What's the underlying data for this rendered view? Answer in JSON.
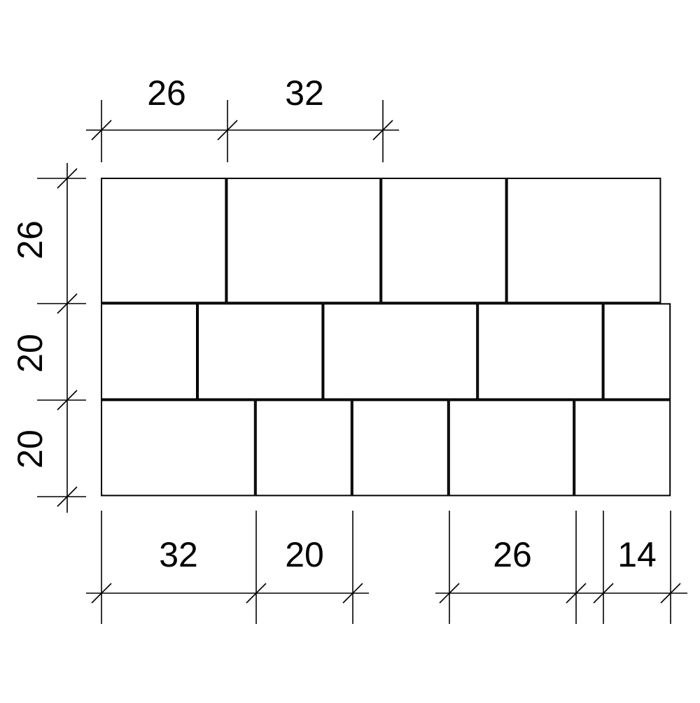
{
  "diagram": {
    "stroke_color": "#000000",
    "background_color": "#ffffff",
    "rows": [
      {
        "height": 26,
        "tiles": [
          26,
          32,
          26,
          32
        ]
      },
      {
        "height": 20,
        "tiles": [
          20,
          26,
          32,
          26,
          14
        ]
      },
      {
        "height": 20,
        "tiles": [
          32,
          20,
          20,
          26,
          20
        ]
      }
    ],
    "top_dimensions": [
      {
        "label": "26"
      },
      {
        "label": "32"
      }
    ],
    "left_dimensions": [
      {
        "label": "26"
      },
      {
        "label": "20"
      },
      {
        "label": "20"
      }
    ],
    "bottom_dimensions": [
      {
        "label": "32"
      },
      {
        "label": "20"
      },
      {
        "label": "26"
      },
      {
        "label": "14"
      }
    ]
  }
}
